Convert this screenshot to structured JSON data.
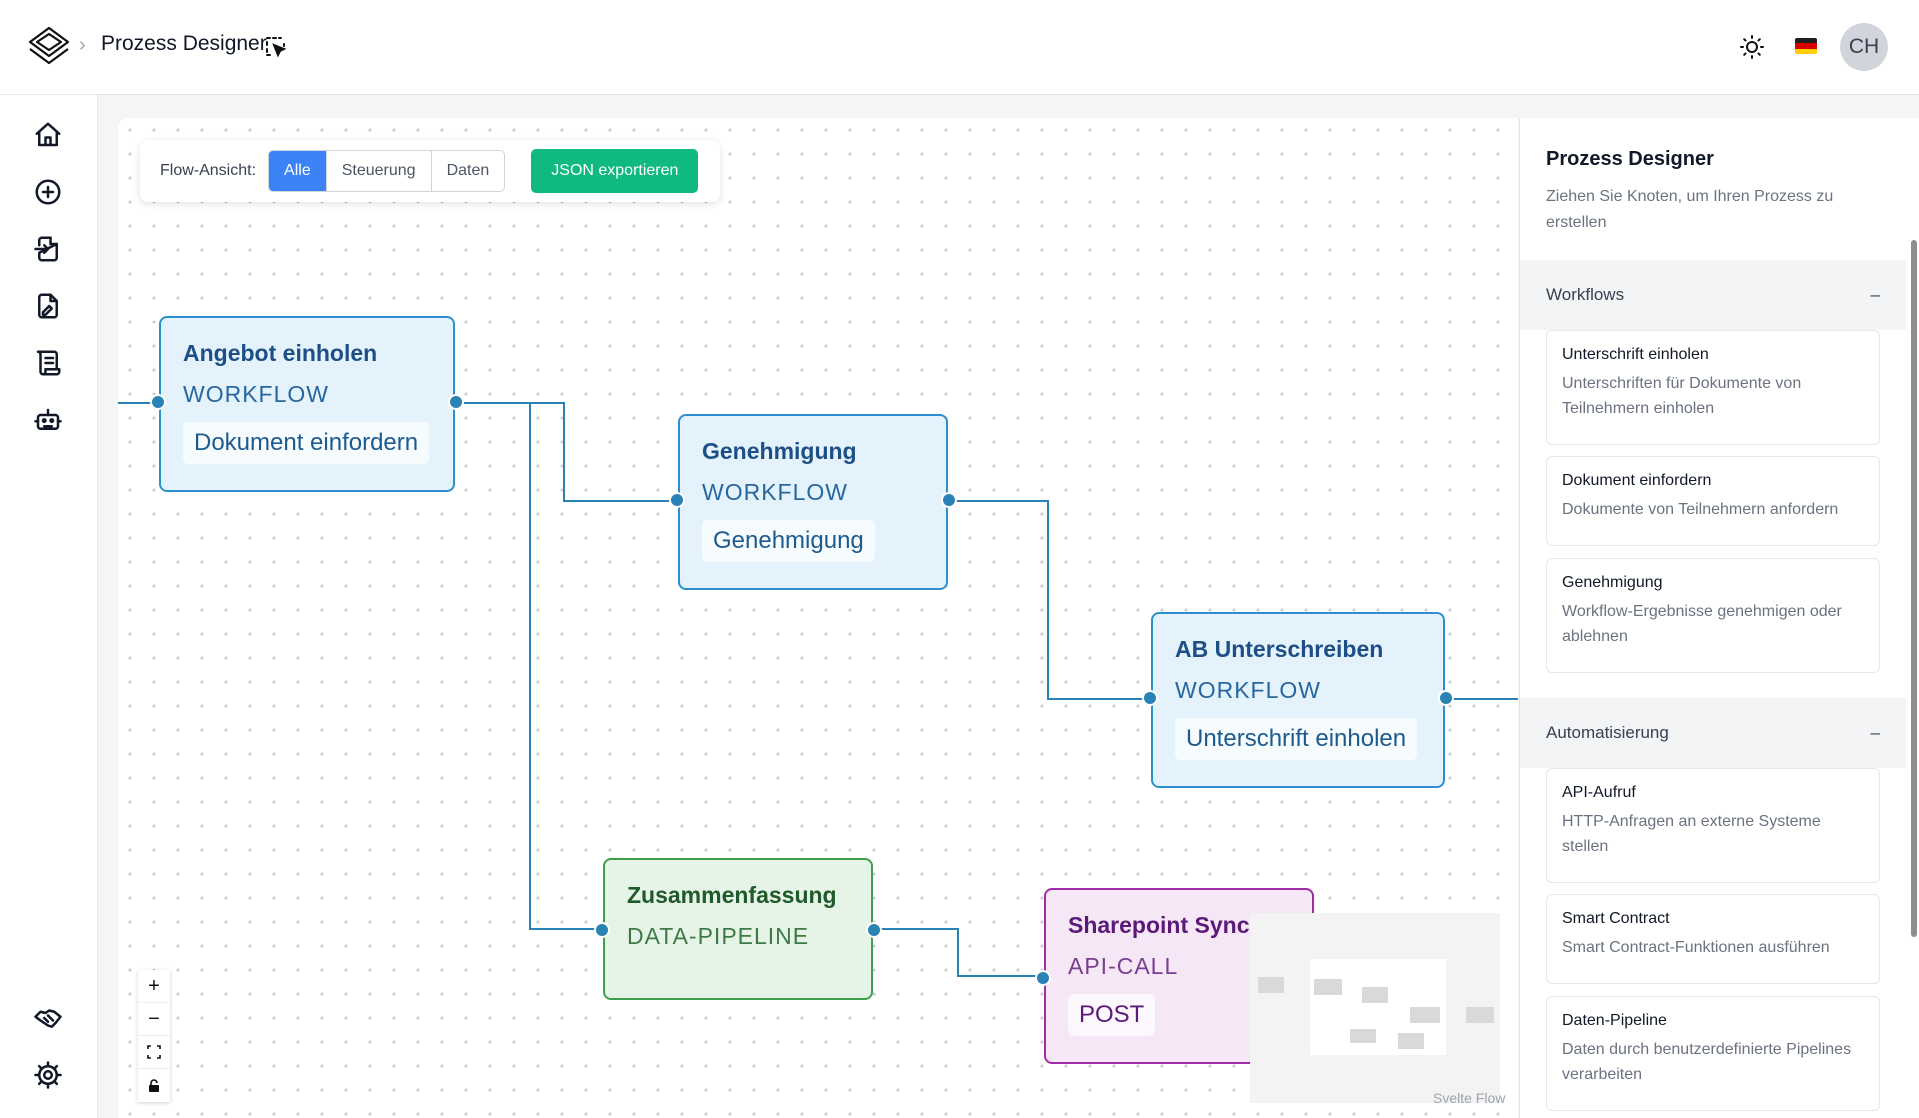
{
  "header": {
    "title": "Prozess Designer",
    "icons": [
      "layers-logo-icon",
      "chevron-right-icon",
      "cursor-select-icon",
      "sun-icon",
      "german-flag-icon"
    ],
    "avatar_initials": "CH",
    "flag_colors": [
      "#1f1f1f",
      "#dd0000",
      "#ffce00"
    ]
  },
  "rail": {
    "top_icons": [
      "home-icon",
      "plus-circle-icon",
      "file-import-icon",
      "file-signature-icon",
      "scroll-icon",
      "robot-icon"
    ],
    "bottom_icons": [
      "handshake-icon",
      "settings-icon"
    ]
  },
  "toolbar": {
    "label": "Flow-Ansicht:",
    "segments": [
      "Alle",
      "Steuerung",
      "Daten"
    ],
    "active_segment": "Alle",
    "export_label": "JSON exportieren"
  },
  "nodes": [
    {
      "title": "Angebot einholen",
      "type": "WORKFLOW",
      "chip": "Dokument einfordern",
      "kind": "workflow"
    },
    {
      "title": "Genehmigung",
      "type": "WORKFLOW",
      "chip": "Genehmigung",
      "kind": "workflow"
    },
    {
      "title": "AB Unterschreiben",
      "type": "WORKFLOW",
      "chip": "Unterschrift einholen",
      "kind": "workflow"
    },
    {
      "title": "Zusammenfassung",
      "type": "DATA-PIPELINE",
      "kind": "data-pipeline"
    },
    {
      "title": "Sharepoint Sync",
      "type": "API-CALL",
      "chip": "POST",
      "kind": "api-call"
    }
  ],
  "controls": [
    "zoom-in-icon",
    "zoom-out-icon",
    "fit-view-icon",
    "lock-icon"
  ],
  "attribution": "Svelte Flow",
  "panel": {
    "title": "Prozess Designer",
    "subtitle": "Ziehen Sie Knoten, um Ihren Prozess zu erstellen",
    "sections": [
      {
        "title": "Workflows",
        "collapse_glyph": "–",
        "items": [
          {
            "title": "Unterschrift einholen",
            "desc": "Unterschriften für Dokumente von Teilnehmern einholen"
          },
          {
            "title": "Dokument einfordern",
            "desc": "Dokumente von Teilnehmern anfordern"
          },
          {
            "title": "Genehmigung",
            "desc": "Workflow-Ergebnisse genehmigen oder ablehnen"
          }
        ]
      },
      {
        "title": "Automatisierung",
        "collapse_glyph": "–",
        "items": [
          {
            "title": "API-Aufruf",
            "desc": "HTTP-Anfragen an externe Systeme stellen"
          },
          {
            "title": "Smart Contract",
            "desc": "Smart Contract-Funktionen ausführen"
          },
          {
            "title": "Daten-Pipeline",
            "desc": "Daten durch benutzerdefinierte Pipelines verarbeiten"
          }
        ]
      }
    ]
  },
  "colors": {
    "accent_blue": "#3b82f6",
    "export_green": "#10b981",
    "edge": "#2b83b5",
    "workflow_border": "#2d8fd0",
    "pipeline_border": "#3f9f4f",
    "api_border": "#a02ca6"
  }
}
